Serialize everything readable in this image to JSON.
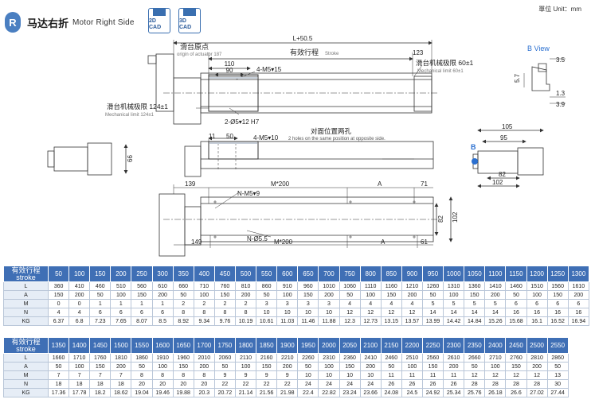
{
  "header": {
    "badge": "R",
    "title_cn": "马达右折",
    "title_en": "Motor Right Side",
    "cad_2d": "2D CAD",
    "cad_3d": "3D CAD",
    "unit": "單位 Unit：mm"
  },
  "labels": {
    "overall": "L+50.5",
    "origin_cn": "滑台原点",
    "origin_en": "origin of actuator 187",
    "stroke_cn": "有效行程",
    "stroke_en": "Stroke",
    "d123": "123",
    "limit_r_cn": "滑台机械极限 60±1",
    "limit_r_en": "Mechanical limit 60±1",
    "limit_l_cn": "滑台机械极限 124±1",
    "limit_l_en": "Mechanical limit 124±1",
    "d110": "110",
    "d90": "90",
    "m5_top": "4-M5▾15",
    "pin_holes": "2-Ø5▾12 H7",
    "opp_cn": "对面位置两孔",
    "opp_en": "2 holes on the same position at opposite side.",
    "m5_side": "4-M5▾10",
    "d11": "11",
    "d50": "50",
    "d66": "66",
    "b_view": "B View",
    "bv_35": "3.5",
    "bv_57": "5.7",
    "bv_13": "1.3",
    "bv_39": "3.9",
    "d105": "105",
    "d95": "95",
    "d82": "82",
    "d102": "102",
    "b_mark": "B",
    "d139": "139",
    "m200_top": "M*200",
    "a_top": "A",
    "d71": "71",
    "nm5": "N-M5▾9",
    "nd55": "N-Ø5.5",
    "d149": "149",
    "m200_bot": "M*200",
    "a_bot": "A",
    "d61": "61",
    "d82b": "82",
    "d102b": "102"
  },
  "table_label": {
    "cn": "有效行程",
    "en": "stroke"
  },
  "row_labels": [
    "L",
    "A",
    "M",
    "N",
    "KG"
  ],
  "table1": {
    "strokes": [
      "50",
      "100",
      "150",
      "200",
      "250",
      "300",
      "350",
      "400",
      "450",
      "500",
      "550",
      "600",
      "650",
      "700",
      "750",
      "800",
      "850",
      "900",
      "950",
      "1000",
      "1050",
      "1100",
      "1150",
      "1200",
      "1250",
      "1300"
    ],
    "rows": [
      [
        "360",
        "410",
        "460",
        "510",
        "560",
        "610",
        "660",
        "710",
        "760",
        "810",
        "860",
        "910",
        "960",
        "1010",
        "1060",
        "1110",
        "1160",
        "1210",
        "1260",
        "1310",
        "1360",
        "1410",
        "1460",
        "1510",
        "1560",
        "1610"
      ],
      [
        "150",
        "200",
        "50",
        "100",
        "150",
        "200",
        "50",
        "100",
        "150",
        "200",
        "50",
        "100",
        "150",
        "200",
        "50",
        "100",
        "150",
        "200",
        "50",
        "100",
        "150",
        "200",
        "50",
        "100",
        "150",
        "200"
      ],
      [
        "0",
        "0",
        "1",
        "1",
        "1",
        "1",
        "2",
        "2",
        "2",
        "2",
        "3",
        "3",
        "3",
        "3",
        "4",
        "4",
        "4",
        "4",
        "5",
        "5",
        "5",
        "5",
        "6",
        "6",
        "6",
        "6"
      ],
      [
        "4",
        "4",
        "6",
        "6",
        "6",
        "6",
        "8",
        "8",
        "8",
        "8",
        "10",
        "10",
        "10",
        "10",
        "12",
        "12",
        "12",
        "12",
        "14",
        "14",
        "14",
        "14",
        "16",
        "16",
        "16",
        "16"
      ],
      [
        "6.37",
        "6.8",
        "7.23",
        "7.65",
        "8.07",
        "8.5",
        "8.92",
        "9.34",
        "9.76",
        "10.19",
        "10.61",
        "11.03",
        "11.46",
        "11.88",
        "12.3",
        "12.73",
        "13.15",
        "13.57",
        "13.99",
        "14.42",
        "14.84",
        "15.26",
        "15.68",
        "16.1",
        "16.52",
        "16.94"
      ]
    ]
  },
  "table2": {
    "strokes": [
      "1350",
      "1400",
      "1450",
      "1500",
      "1550",
      "1600",
      "1650",
      "1700",
      "1750",
      "1800",
      "1850",
      "1900",
      "1950",
      "2000",
      "2050",
      "2100",
      "2150",
      "2200",
      "2250",
      "2300",
      "2350",
      "2400",
      "2450",
      "2500",
      "2550"
    ],
    "rows": [
      [
        "1660",
        "1710",
        "1760",
        "1810",
        "1860",
        "1910",
        "1960",
        "2010",
        "2060",
        "2110",
        "2160",
        "2210",
        "2260",
        "2310",
        "2360",
        "2410",
        "2460",
        "2510",
        "2560",
        "2610",
        "2660",
        "2710",
        "2760",
        "2810",
        "2860"
      ],
      [
        "50",
        "100",
        "150",
        "200",
        "50",
        "100",
        "150",
        "200",
        "50",
        "100",
        "150",
        "200",
        "50",
        "100",
        "150",
        "200",
        "50",
        "100",
        "150",
        "200",
        "50",
        "100",
        "150",
        "200",
        "50"
      ],
      [
        "7",
        "7",
        "7",
        "7",
        "8",
        "8",
        "8",
        "8",
        "9",
        "9",
        "9",
        "9",
        "10",
        "10",
        "10",
        "10",
        "11",
        "11",
        "11",
        "11",
        "12",
        "12",
        "12",
        "12",
        "13"
      ],
      [
        "18",
        "18",
        "18",
        "18",
        "20",
        "20",
        "20",
        "20",
        "22",
        "22",
        "22",
        "22",
        "24",
        "24",
        "24",
        "24",
        "26",
        "26",
        "26",
        "26",
        "28",
        "28",
        "28",
        "28",
        "30"
      ],
      [
        "17.36",
        "17.78",
        "18.2",
        "18.62",
        "19.04",
        "19.46",
        "19.88",
        "20.3",
        "20.72",
        "21.14",
        "21.56",
        "21.98",
        "22.4",
        "22.82",
        "23.24",
        "23.66",
        "24.08",
        "24.5",
        "24.92",
        "25.34",
        "25.76",
        "26.18",
        "26.6",
        "27.02",
        "27.44"
      ]
    ]
  },
  "colors": {
    "accent": "#3f6fb5",
    "rowlabel": "#e6edf6",
    "line": "#333333",
    "blue_label": "#2a6fd0"
  }
}
